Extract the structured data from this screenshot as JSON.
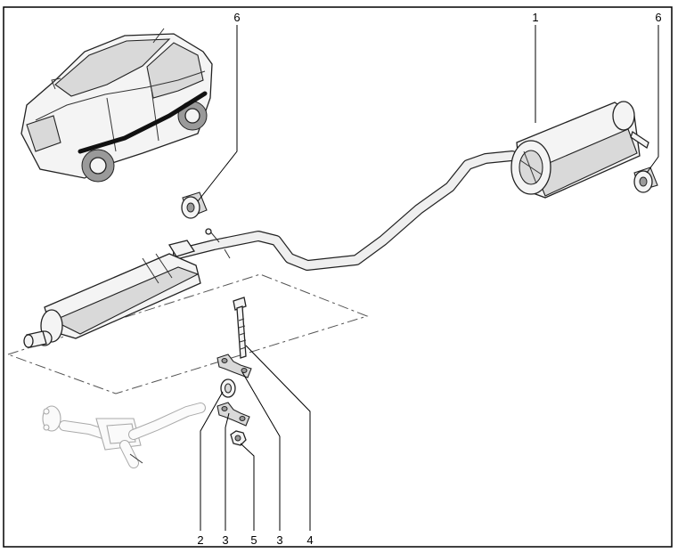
{
  "callouts": [
    {
      "id": "c1",
      "label": "1"
    },
    {
      "id": "c2",
      "label": "2"
    },
    {
      "id": "c3a",
      "label": "3"
    },
    {
      "id": "c3b",
      "label": "3"
    },
    {
      "id": "c4",
      "label": "4"
    },
    {
      "id": "c5",
      "label": "5"
    },
    {
      "id": "c6a",
      "label": "6"
    },
    {
      "id": "c6b",
      "label": "6"
    }
  ]
}
